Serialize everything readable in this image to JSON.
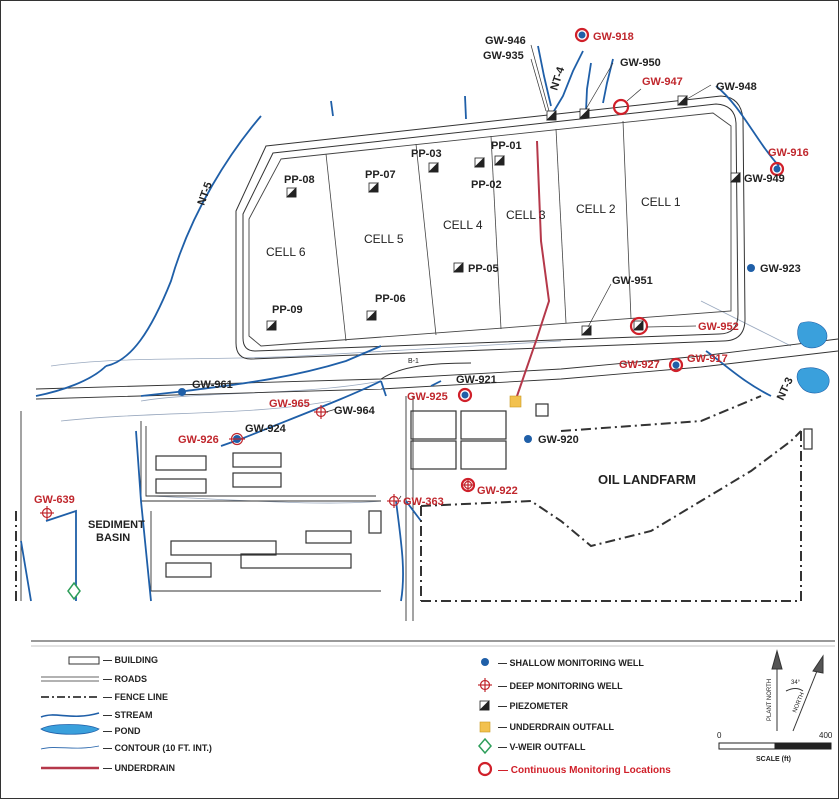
{
  "colors": {
    "stream": "#1f5fa8",
    "shallow_well": "#1f5fa8",
    "deep_well": "#c0272d",
    "continuous": "#d0202a",
    "underdrain": "#b5384a",
    "outfall": "#f2c14e",
    "pond": "#3aa0dc",
    "vweir": "#2e9e5a"
  },
  "labels": {
    "cells": [
      "CELL 6",
      "CELL 5",
      "CELL 4",
      "CELL 3",
      "CELL 2",
      "CELL 1"
    ],
    "piezometers": [
      "PP-08",
      "PP-07",
      "PP-03",
      "PP-01",
      "PP-02",
      "PP-05",
      "PP-09",
      "PP-06"
    ],
    "black_wells": [
      "GW-946",
      "GW-935",
      "GW-950",
      "GW-948",
      "GW-949",
      "GW-923",
      "GW-951",
      "GW-921",
      "GW-961",
      "GW-964",
      "GW-924",
      "GW-920"
    ],
    "red_wells": [
      "GW-918",
      "GW-947",
      "GW-916",
      "GW-952",
      "GW-927",
      "GW-917",
      "GW-925",
      "GW-965",
      "GW-926",
      "GW-922",
      "GW-363",
      "GW-639"
    ],
    "streams": [
      "NT-4",
      "NT-5",
      "NT-3"
    ],
    "areas": [
      "OIL LANDFARM",
      "SEDIMENT",
      "BASIN"
    ],
    "misc": "B-1"
  },
  "legend": {
    "left": [
      "— BUILDING",
      "— ROADS",
      "— FENCE LINE",
      "— STREAM",
      "— POND",
      "— CONTOUR (10 FT. INT.)",
      "— UNDERDRAIN"
    ],
    "right": [
      "— SHALLOW MONITORING WELL",
      "— DEEP MONITORING WELL",
      "— PIEZOMETER",
      "— UNDERDRAIN OUTFALL",
      "— V-WEIR OUTFALL",
      "— Continuous Monitoring Locations"
    ]
  },
  "north_arrow": {
    "labels": [
      "PLANT NORTH",
      "NORTH"
    ],
    "angle": "34°"
  },
  "scale_bar": {
    "start": "0",
    "end": "400",
    "caption": "SCALE (ft)"
  }
}
